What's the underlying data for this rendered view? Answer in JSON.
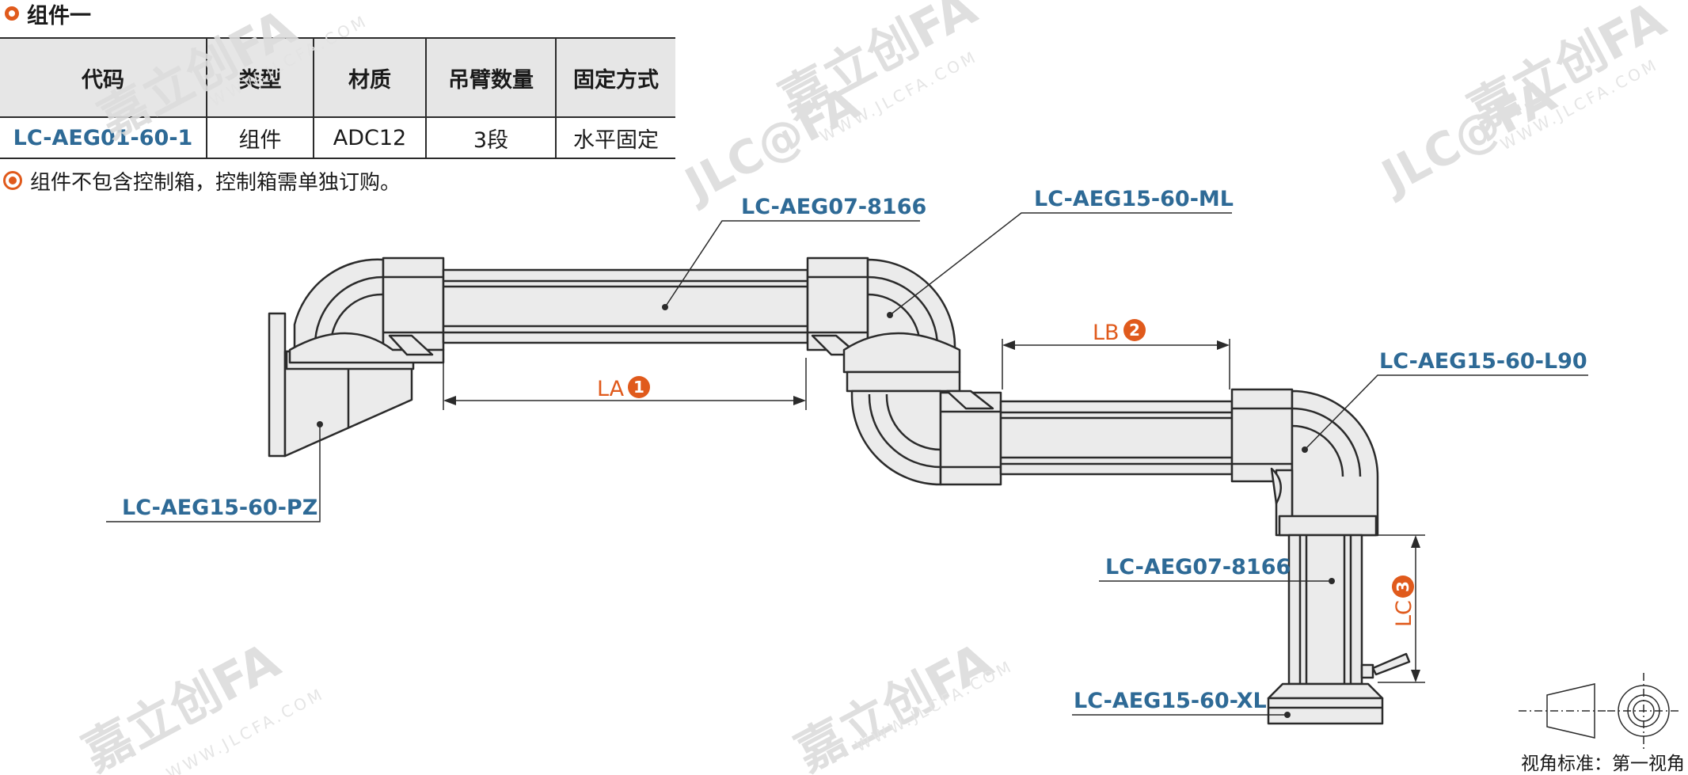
{
  "section": {
    "title": "组件一"
  },
  "table": {
    "headers": [
      "代码",
      "类型",
      "材质",
      "吊臂数量",
      "固定方式"
    ],
    "rows": [
      [
        "LC-AEG01-60-1",
        "组件",
        "ADC12",
        "3段",
        "水平固定"
      ]
    ]
  },
  "note": "组件不包含控制箱，控制箱需单独订购。",
  "callouts": {
    "c1": "LC-AEG07-8166",
    "c2": "LC-AEG15-60-ML",
    "c3": "LC-AEG15-60-PZ",
    "c4": "LC-AEG15-60-L90",
    "c5": "LC-AEG07-8166",
    "c6": "LC-AEG15-60-XL"
  },
  "dimensions": {
    "la": {
      "label": "LA",
      "badge": "1"
    },
    "lb": {
      "label": "LB",
      "badge": "2"
    },
    "lc": {
      "label": "LC",
      "badge": "3"
    }
  },
  "view_standard": "视角标准：第一视角",
  "watermark": {
    "brand": "嘉立创FA",
    "logo": "JLC@FA",
    "site": "WWW.JLCFA.COM"
  },
  "colors": {
    "accent": "#e05a1c",
    "callout": "#2e6a96",
    "part_fill": "#ebebeb",
    "outline": "#2b2b2b"
  }
}
